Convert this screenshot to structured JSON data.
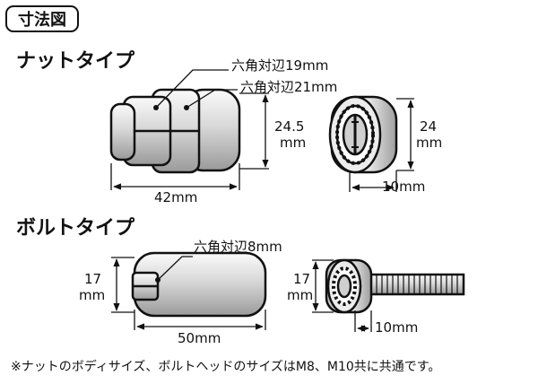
{
  "badge": "寸法図",
  "nut": {
    "title": "ナットタイプ",
    "hex_small": "六角対辺19mm",
    "hex_large": "六角対辺21mm",
    "height_val": "24.5",
    "height_unit": "mm",
    "length": "42mm",
    "end_dia_val": "24",
    "end_dia_unit": "mm",
    "end_depth": "10mm"
  },
  "bolt": {
    "title": "ボルトタイプ",
    "hex": "六角対辺8mm",
    "dia_val": "17",
    "dia_unit": "mm",
    "length": "50mm",
    "end_dia_val": "17",
    "end_dia_unit": "mm",
    "end_depth": "10mm"
  },
  "footnote": "※ナットのボディサイズ、ボルトヘッドのサイズはM8、M10共に共通です。"
}
